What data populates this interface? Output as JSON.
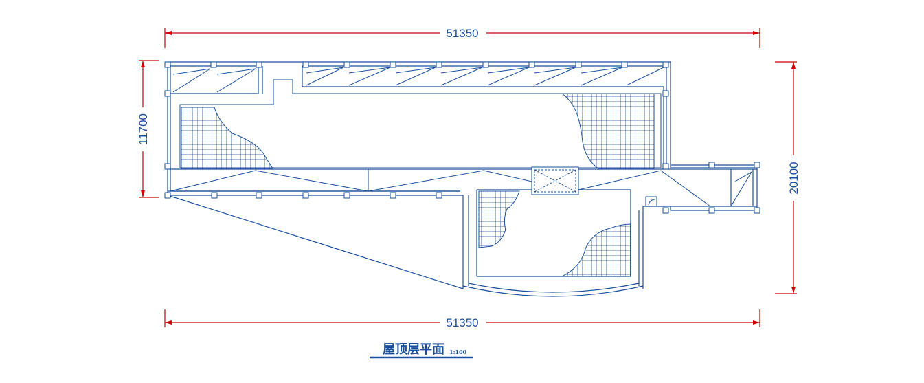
{
  "drawing": {
    "title": "屋顶层平面",
    "scale": "1:100",
    "dimensions": {
      "top_width": "51350",
      "bottom_width": "51350",
      "left_height": "11700",
      "right_height": "20100"
    }
  },
  "colors": {
    "linework": "#1a4f9c",
    "dimension_lines": "#cc0000",
    "background": "#ffffff"
  }
}
